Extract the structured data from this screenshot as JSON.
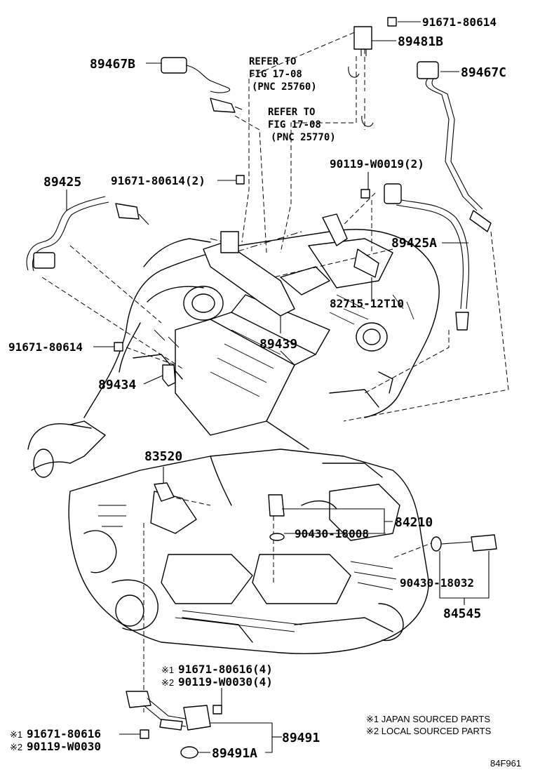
{
  "parts": {
    "p_91671_80614_top": "91671-80614",
    "p_89481B": "89481B",
    "p_89467B": "89467B",
    "p_89467C": "89467C",
    "refer1_a": "REFER TO",
    "refer1_b": "FIG 17-08",
    "refer1_c": "(PNC 25760)",
    "refer2_a": "REFER TO",
    "refer2_b": "FIG 17-08",
    "refer2_c": "(PNC 25770)",
    "p_90119_W0019": "90119-W0019(2)",
    "p_89425": "89425",
    "p_91671_80614_2": "91671-80614(2)",
    "p_89425A": "89425A",
    "p_82715": "82715-12T10",
    "p_91671_80614_left": "91671-80614",
    "p_89439": "89439",
    "p_89434": "89434",
    "p_83520": "83520",
    "p_84210": "84210",
    "p_90430_18008": "90430-18008",
    "p_90430_18032": "90430-18032",
    "p_84545": "84545",
    "p_91671_80616_4": "91671-80616(4)",
    "p_90119_W0030_4": "90119-W0030(4)",
    "p_91671_80616": "91671-80616",
    "p_90119_W0030": "90119-W0030",
    "p_89491": "89491",
    "p_89491A": "89491A"
  },
  "marks": {
    "m1": "※1",
    "m2": "※2"
  },
  "legend": {
    "line1": "※1 JAPAN SOURCED PARTS",
    "line2": "※2 LOCAL SOURCED PARTS"
  },
  "figure_code": "84F961"
}
